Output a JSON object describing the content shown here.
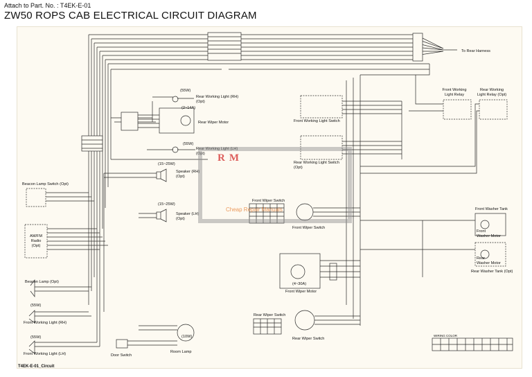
{
  "header": {
    "attach_line": "Attach to Part. No. : T4EK-E-01",
    "title": "ZW50 ROPS CAB ELECTRICAL CIRCUIT DIAGRAM"
  },
  "labels": {
    "to_rear_harness": "To Rear Harness",
    "rear_work_rh_power": "(55W)",
    "rear_work_rh": "Rear Working Light (RH)",
    "rear_work_rh_opt": "(Opt)",
    "wiper_motor_rating": "(2~14A)",
    "rear_wiper_motor": "Rear Wiper Motor",
    "front_work_switch": "Front Working Light Switch",
    "front_work_relay_1": "Front Working",
    "front_work_relay_2": "Light Relay",
    "rear_work_relay_1": "Rear Working",
    "rear_work_relay_2": "Light Relay (Opt)",
    "rear_work_lh_power": "(55W)",
    "rear_work_lh": "Rear Working Light (LH)",
    "rear_work_lh_opt": "(Opt)",
    "rear_work_switch_1": "Rear Working Light Switch",
    "rear_work_switch_2": "(Opt)",
    "speaker_rh_power": "(15~25W)",
    "speaker_rh_1": "Speaker (RH)",
    "speaker_rh_2": "(Opt)",
    "beacon_switch": "Beacon Lamp Switch (Opt)",
    "speaker_lh_power": "(15~25W)",
    "speaker_lh_1": "Speaker (LH)",
    "speaker_lh_2": "(Opt)",
    "front_wiper_switch_top": "Front Wiper Switch",
    "front_wiper_switch": "Front Wiper Switch",
    "front_washer_tank": "Front Washer Tank",
    "front_washer_motor_1": "Front",
    "front_washer_motor_2": "Washer Motor",
    "radio_1": "AM/FM",
    "radio_2": "Radio",
    "radio_3": "(Opt)",
    "rear_washer_motor_1": "Rear",
    "rear_washer_motor_2": "Washer Motor",
    "rear_washer_tank": "Rear Washer Tank (Opt)",
    "beacon_lamp": "Beacon Lamp (Opt)",
    "front_wiper_motor_rating": "(4~30A)",
    "front_wiper_motor": "Front Wiper Motor",
    "fwl_rh_power": "(55W)",
    "fwl_rh": "Front Working Light (RH)",
    "rear_wiper_switch_top": "Rear Wiper Switch",
    "rear_wiper_switch": "Rear Wiper Switch",
    "room_lamp_power": "(10W)",
    "room_lamp": "Room Lamp",
    "door_switch": "Door Switch",
    "fwl_lh_power": "(55W)",
    "fwl_lh": "Front Working Light (LH)",
    "wiring_color": "WIRING COLOR"
  },
  "watermark": {
    "brand": "RM",
    "tagline": "Cheap Repair Manuals"
  },
  "footer": {
    "code": "T4EK-E-01_Circuit"
  },
  "colors": {
    "line": "#2a2a2a",
    "panel": "#fdfaf2"
  }
}
